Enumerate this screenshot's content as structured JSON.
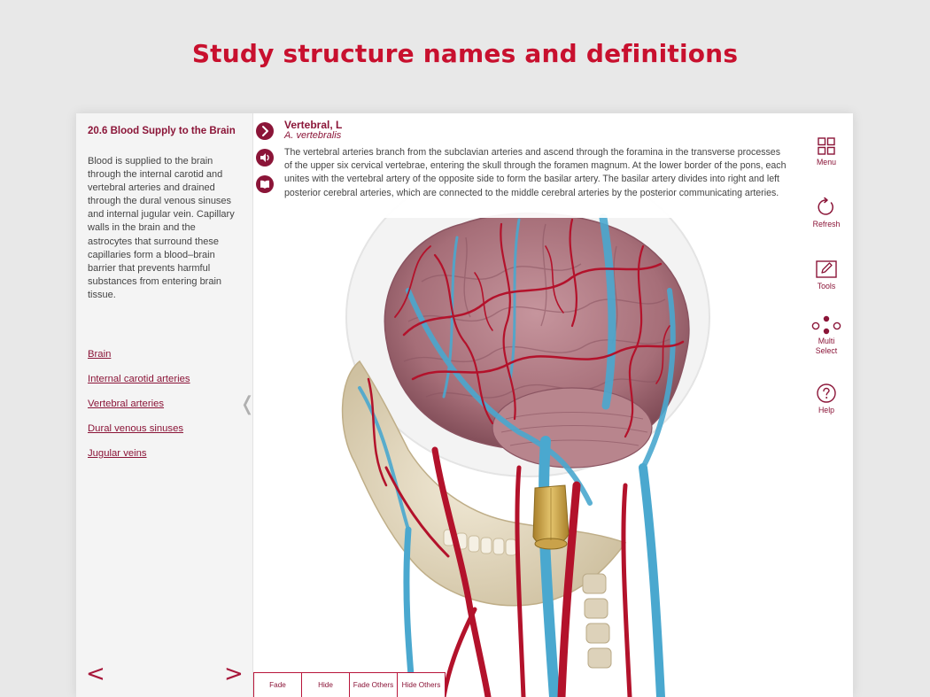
{
  "headline": "Study structure names and definitions",
  "left_panel": {
    "section_title": "20.6 Blood Supply to the Brain",
    "section_body": "Blood is supplied to the brain through the internal carotid and vertebral arteries and drained through the dural venous sinuses and internal jugular vein. Capillary walls in the brain and the astrocytes that surround these capillaries form a blood–brain barrier that prevents harmful substances from entering brain tissue.",
    "links": [
      "Brain",
      "Internal carotid arteries",
      "Vertebral arteries",
      "Dural venous sinuses",
      "Jugular veins"
    ],
    "collapse_glyph": "❬",
    "prev_glyph": "<",
    "next_glyph": ">"
  },
  "info_panel": {
    "name": "Vertebral, L",
    "latin": "A. vertebralis",
    "definition": "The vertebral arteries branch from the subclavian arteries and ascend through the foramina in the transverse processes of the upper six cervical vertebrae, entering the skull through the foramen magnum. At the lower border of the pons, each unites with the vertebral artery of the opposite side to form the basilar artery. The basilar artery divides into right and left posterior cerebral arteries, which are connected to the middle cerebral arteries by the posterior communicating arteries.",
    "buttons": [
      "expand-button",
      "audio-button",
      "book-button"
    ]
  },
  "bottom_bar": {
    "fade": "Fade",
    "hide": "Hide",
    "fade_others": "Fade Others",
    "hide_others": "Hide Others"
  },
  "toolbar": {
    "menu": "Menu",
    "refresh": "Refresh",
    "tools": "Tools",
    "multi_select": "Multi Select",
    "help": "Help"
  },
  "colors": {
    "accent": "#8b1538",
    "headline": "#c8102e",
    "artery": "#b3122b",
    "vein": "#4aa8cf",
    "brain": "#b07a84",
    "bone": "#e6dcc6",
    "highlight": "#c9a24a"
  }
}
